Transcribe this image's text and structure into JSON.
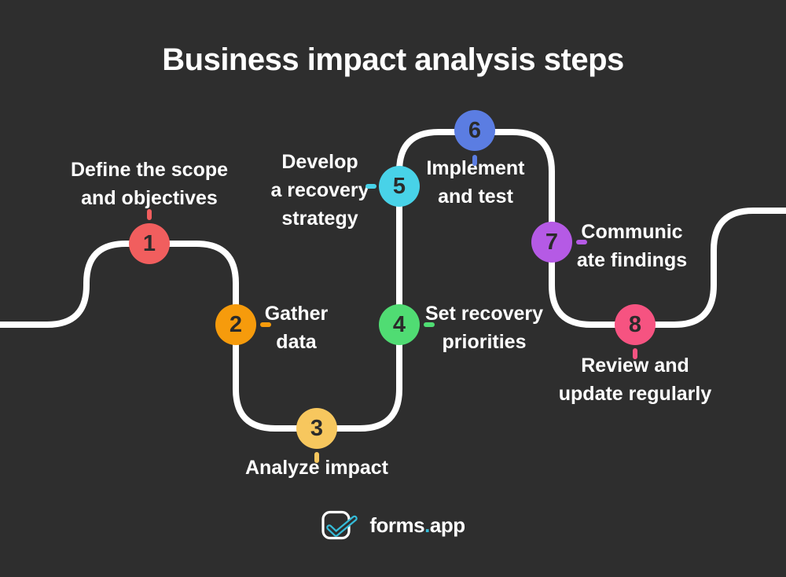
{
  "title": "Business impact analysis steps",
  "background_color": "#2e2e2e",
  "path_color": "#ffffff",
  "number_color": "#2b2b2b",
  "steps": [
    {
      "number": "1",
      "color": "#f15e5e",
      "lines": [
        "Define the scope",
        "and objectives"
      ]
    },
    {
      "number": "2",
      "color": "#f69b0c",
      "lines": [
        "Gather",
        "data"
      ]
    },
    {
      "number": "3",
      "color": "#f7c75e",
      "lines": [
        "Analyze impact"
      ]
    },
    {
      "number": "4",
      "color": "#50dc73",
      "lines": [
        "Set recovery",
        "priorities"
      ]
    },
    {
      "number": "5",
      "color": "#48d2e8",
      "lines": [
        "Develop",
        "a recovery",
        "strategy"
      ]
    },
    {
      "number": "6",
      "color": "#5b7de2",
      "lines": [
        "Implement",
        "and test"
      ]
    },
    {
      "number": "7",
      "color": "#b55ae5",
      "lines": [
        "Communic",
        "ate findings"
      ]
    },
    {
      "number": "8",
      "color": "#f65381",
      "lines": [
        "Review and",
        "update regularly"
      ]
    }
  ],
  "logo": {
    "brand_prefix": "forms",
    "brand_dot": ".",
    "brand_suffix": "app",
    "accent_color": "#35bcd9"
  }
}
